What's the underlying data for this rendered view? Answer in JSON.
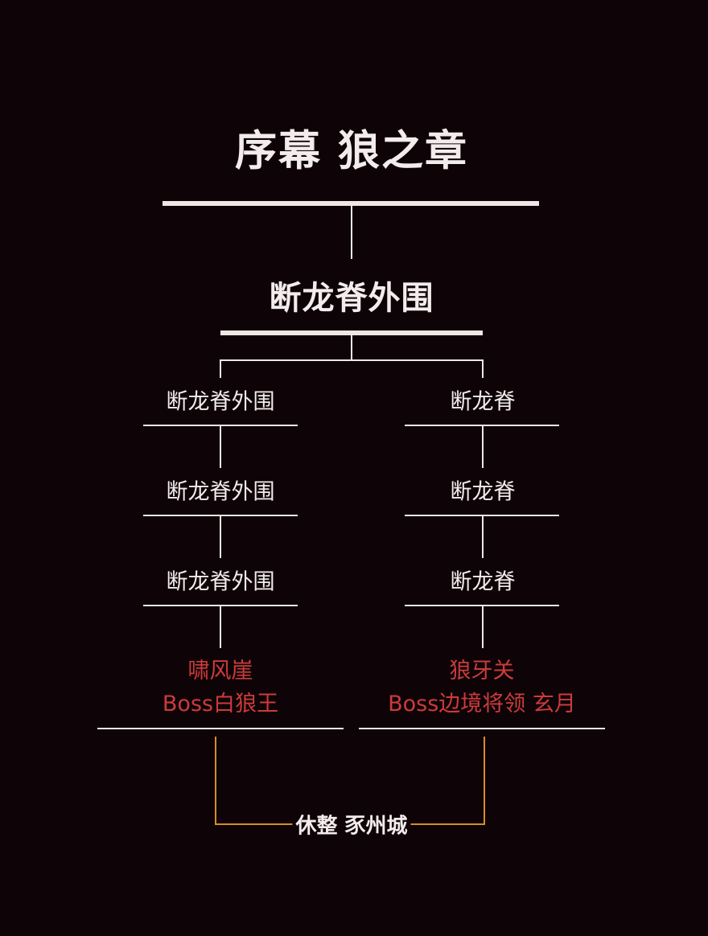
{
  "title": "序幕 狼之章",
  "subtitle": "断龙脊外围",
  "left_branch": {
    "nodes": [
      "断龙脊外围",
      "断龙脊外围",
      "断龙脊外围"
    ],
    "end": {
      "location": "啸风崖",
      "boss": "Boss白狼王"
    }
  },
  "right_branch": {
    "nodes": [
      "断龙脊",
      "断龙脊",
      "断龙脊"
    ],
    "end": {
      "location": "狼牙关",
      "boss": "Boss边境将领 玄月"
    }
  },
  "merge": "休整 豕州城",
  "colors": {
    "background": "#0e0407",
    "line": "#f0e6e6",
    "boss": "#cc3b3b",
    "merge_line": "#d98a2c"
  }
}
